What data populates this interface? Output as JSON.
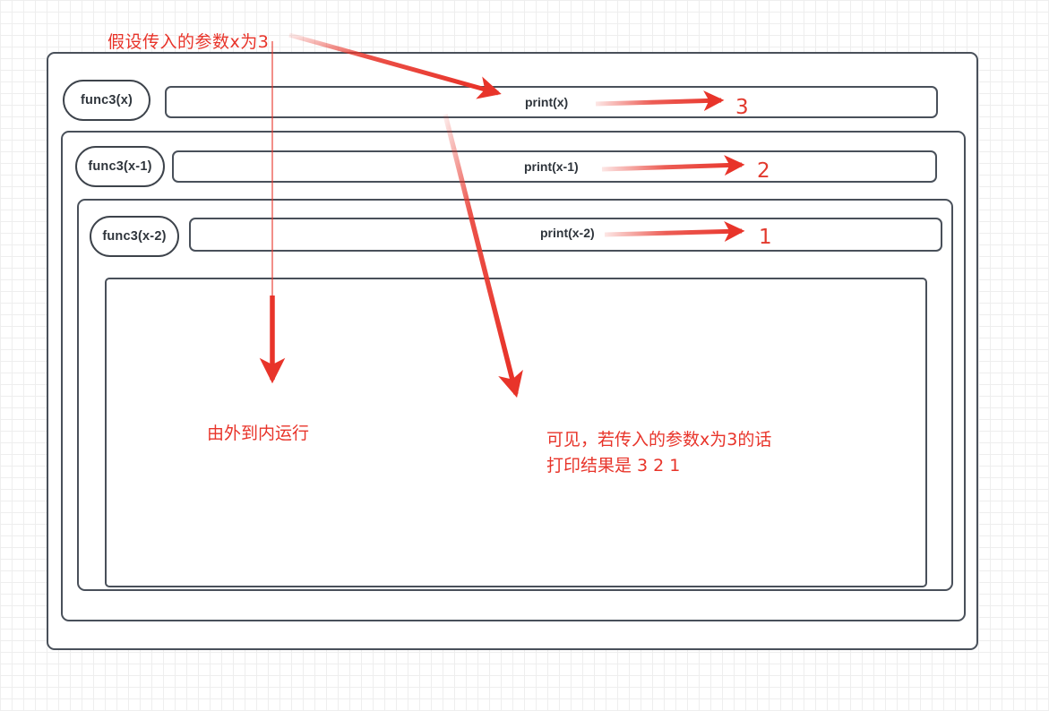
{
  "diagram": {
    "title_annotation": "假设传入的参数x为3",
    "frames": [
      {
        "label": "func3(x)",
        "statement": "print(x)",
        "output": "3"
      },
      {
        "label": "func3(x-1)",
        "statement": "print(x-1)",
        "output": "2"
      },
      {
        "label": "func3(x-2)",
        "statement": "print(x-2)",
        "output": "1"
      }
    ],
    "notes": {
      "flow_note": "由外到内运行",
      "result_note_line1": "可见，若传入的参数x为3的话",
      "result_note_line2": "打印结果是 3 2 1"
    },
    "colors": {
      "annotation_red": "#e8342a",
      "frame_stroke": "#49505a",
      "text_dark": "#2f353c",
      "grid_minor": "#eeeeee",
      "grid_major": "#e2e2e2"
    },
    "icons": {
      "arrow_down": "down-arrow-icon",
      "arrow_right": "right-arrow-icon",
      "arrow_diagonal": "diagonal-arrow-icon"
    }
  }
}
